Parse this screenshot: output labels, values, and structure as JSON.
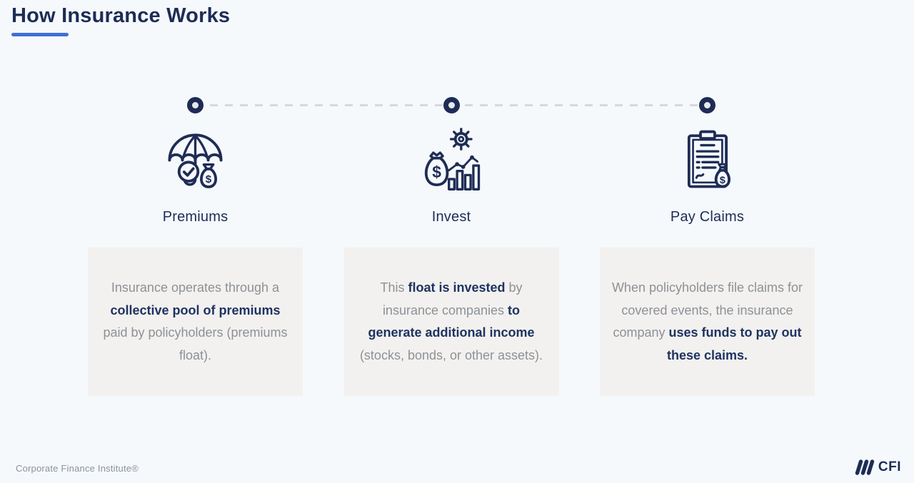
{
  "page": {
    "title": "How Insurance Works"
  },
  "colors": {
    "navy": "#1e2c55",
    "navy-bold": "#1e3361",
    "gray-text": "#8d9196",
    "box-bg": "#f2f1ef",
    "bg": "#f5f9fc",
    "accent": "#3e70d8",
    "dash": "#d8d8d8",
    "dot-hole": "#e8eaed"
  },
  "steps": [
    {
      "title": "Premiums",
      "icon": "umbrella-clock-moneybag-icon",
      "text": [
        {
          "t": "Insurance operates through a ",
          "b": false
        },
        {
          "t": "collective pool of premiums",
          "b": true
        },
        {
          "t": " paid by policyholders (premiums float).",
          "b": false
        }
      ]
    },
    {
      "title": "Invest",
      "icon": "moneybag-gear-chart-icon",
      "text": [
        {
          "t": "This ",
          "b": false
        },
        {
          "t": "float is invested",
          "b": true
        },
        {
          "t": " by insurance companies ",
          "b": false
        },
        {
          "t": "to generate additional income",
          "b": true
        },
        {
          "t": " (stocks, bonds, or other assets).",
          "b": false
        }
      ]
    },
    {
      "title": "Pay Claims",
      "icon": "clipboard-moneybag-icon",
      "text": [
        {
          "t": "When policyholders file claims for covered events, the insurance company ",
          "b": false
        },
        {
          "t": "uses funds to pay out these claims.",
          "b": true
        }
      ]
    }
  ],
  "footer": {
    "brand": "Corporate Finance Institute®",
    "logo_text": "CFI"
  }
}
